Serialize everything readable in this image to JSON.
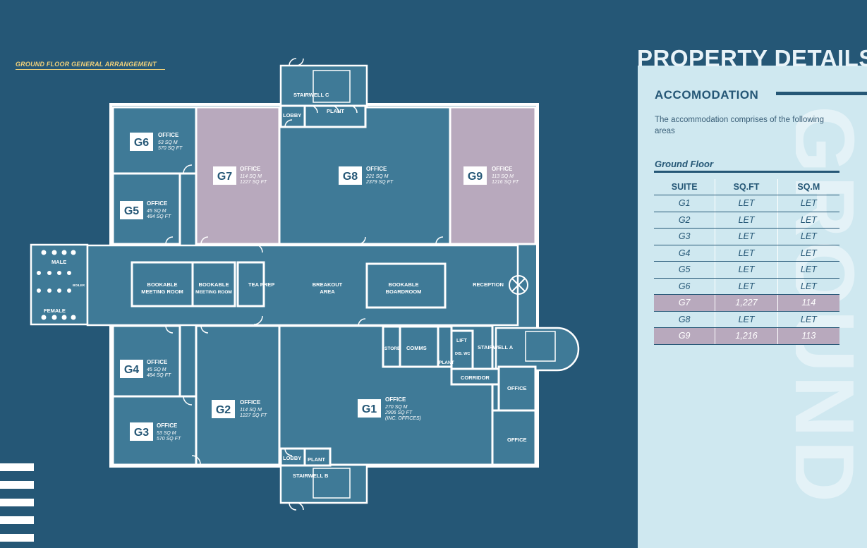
{
  "plan_title": "GROUND FLOOR GENERAL ARRANGEMENT",
  "heading": "PROPERTY DETAILS",
  "accommodation": {
    "title": "ACCOMODATION",
    "description": "The accommodation comprises of the following areas",
    "floor_label": "Ground Floor",
    "watermark": "GROUND",
    "table": {
      "headers": [
        "SUITE",
        "SQ.FT",
        "SQ.M"
      ],
      "rows": [
        {
          "suite": "G1",
          "sqft": "LET",
          "sqm": "LET",
          "highlight": false
        },
        {
          "suite": "G2",
          "sqft": "LET",
          "sqm": "LET",
          "highlight": false
        },
        {
          "suite": "G3",
          "sqft": "LET",
          "sqm": "LET",
          "highlight": false
        },
        {
          "suite": "G4",
          "sqft": "LET",
          "sqm": "LET",
          "highlight": false
        },
        {
          "suite": "G5",
          "sqft": "LET",
          "sqm": "LET",
          "highlight": false
        },
        {
          "suite": "G6",
          "sqft": "LET",
          "sqm": "LET",
          "highlight": false
        },
        {
          "suite": "G7",
          "sqft": "1,227",
          "sqm": "114",
          "highlight": true
        },
        {
          "suite": "G8",
          "sqft": "LET",
          "sqm": "LET",
          "highlight": false
        },
        {
          "suite": "G9",
          "sqft": "1,216",
          "sqm": "113",
          "highlight": true
        }
      ]
    }
  },
  "suites": {
    "G6": {
      "code": "G6",
      "type": "OFFICE",
      "sqm": "53 SQ M",
      "sqft": "570 SQ FT"
    },
    "G5": {
      "code": "G5",
      "type": "OFFICE",
      "sqm": "45 SQ M",
      "sqft": "484 SQ FT"
    },
    "G7": {
      "code": "G7",
      "type": "OFFICE",
      "sqm": "114 SQ M",
      "sqft": "1227 SQ FT"
    },
    "G8": {
      "code": "G8",
      "type": "OFFICE",
      "sqm": "221 SQ M",
      "sqft": "2379 SQ FT"
    },
    "G9": {
      "code": "G9",
      "type": "OFFICE",
      "sqm": "113 SQ M",
      "sqft": "1216 SQ FT"
    },
    "G4": {
      "code": "G4",
      "type": "OFFICE",
      "sqm": "45 SQ M",
      "sqft": "484 SQ FT"
    },
    "G3": {
      "code": "G3",
      "type": "OFFICE",
      "sqm": "53 SQ M",
      "sqft": "570 SQ FT"
    },
    "G2": {
      "code": "G2",
      "type": "OFFICE",
      "sqm": "114 SQ M",
      "sqft": "1227 SQ FT"
    },
    "G1": {
      "code": "G1",
      "type": "OFFICE",
      "sqm": "270 SQ M",
      "sqft": "2906 SQ FT",
      "note": "(INC. OFFICES)"
    }
  },
  "rooms": {
    "stairwell_c": "STAIRWELL C",
    "lobby_top": "LOBBY",
    "plant_top": "PLANT",
    "male": "MALE",
    "female": "FEMALE",
    "boiler": "BOILER",
    "bookable_meeting_1": [
      "BOOKABLE",
      "MEETING ROOM"
    ],
    "bookable_meeting_2": [
      "BOOKABLE",
      "MEETING ROOM"
    ],
    "tea_prep": "TEA PREP",
    "breakout": [
      "BREAKOUT",
      "AREA"
    ],
    "boardroom": [
      "BOOKABLE",
      "BOARDROOM"
    ],
    "reception": "RECEPTION",
    "store": "STORE",
    "comms": "COMMS",
    "lift": "LIFT",
    "dis_wc": "DIS. WC",
    "plant_mid": "PLANT",
    "stairwell_a": "STAIRWELL A",
    "corridor": "CORRIDOR",
    "office_r1": "OFFICE",
    "office_r2": "OFFICE",
    "lobby_bottom": "LOBBY",
    "plant_bottom": "PLANT",
    "stairwell_b": "STAIRWELL B"
  },
  "colors": {
    "background": "#255776",
    "room": "#3f7a97",
    "highlight": "#b8a9bd",
    "wall": "#ffffff",
    "panel": "#cfe8f0",
    "accent_title": "#f2d27a"
  }
}
